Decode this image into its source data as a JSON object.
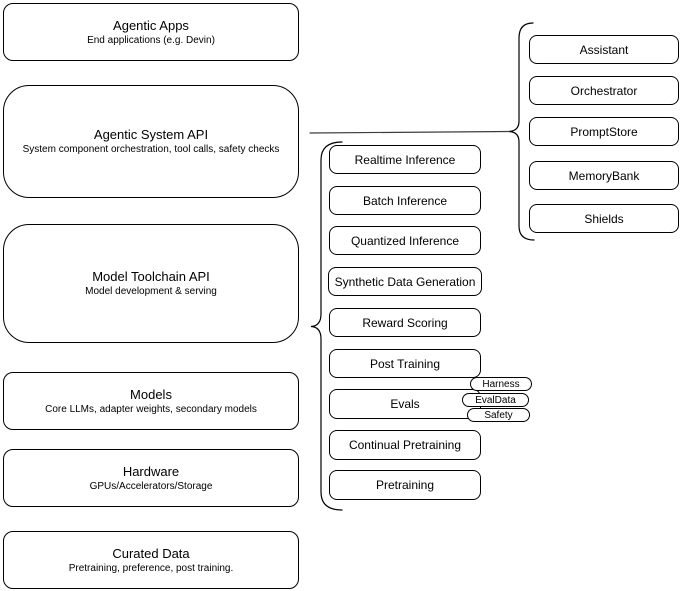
{
  "diagram_title": "Agentic system architecture stack",
  "colors": {
    "stroke": "#000000",
    "fill": "#ffffff",
    "text": "#000000"
  },
  "left_stack": [
    {
      "id": "agentic-apps",
      "title": "Agentic Apps",
      "subtitle": "End applications (e.g. Devin)"
    },
    {
      "id": "agentic-system-api",
      "title": "Agentic System API",
      "subtitle": "System component orchestration, tool calls, safety checks"
    },
    {
      "id": "model-toolchain-api",
      "title": "Model Toolchain API",
      "subtitle": "Model development & serving"
    },
    {
      "id": "models",
      "title": "Models",
      "subtitle": "Core LLMs, adapter weights, secondary models"
    },
    {
      "id": "hardware",
      "title": "Hardware",
      "subtitle": "GPUs/Accelerators/Storage"
    },
    {
      "id": "curated-data",
      "title": "Curated Data",
      "subtitle": "Pretraining, preference, post training."
    }
  ],
  "toolchain_group": {
    "attached_to": "Model Toolchain API",
    "items": [
      "Realtime Inference",
      "Batch Inference",
      "Quantized Inference",
      "Synthetic Data Generation",
      "Reward Scoring",
      "Post Training",
      "Evals",
      "Continual Pretraining",
      "Pretraining"
    ],
    "evals_tags": [
      "Harness",
      "EvalData",
      "Safety"
    ]
  },
  "system_group": {
    "attached_to": "Agentic System API",
    "items": [
      "Assistant",
      "Orchestrator",
      "PromptStore",
      "MemoryBank",
      "Shields"
    ]
  }
}
